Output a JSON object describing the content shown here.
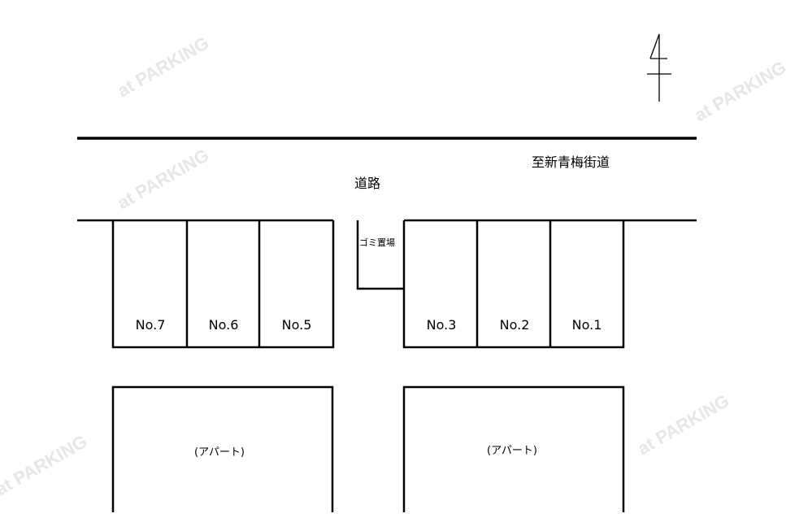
{
  "road": {
    "label": "道路",
    "direction_label": "至新青梅街道"
  },
  "garbage": {
    "label": "ゴミ置場"
  },
  "spaces": [
    {
      "id": "No.7"
    },
    {
      "id": "No.6"
    },
    {
      "id": "No.5"
    },
    {
      "id": "No.3"
    },
    {
      "id": "No.2"
    },
    {
      "id": "No.1"
    }
  ],
  "buildings": [
    {
      "label": "(アパート)"
    },
    {
      "label": "(アパート)"
    }
  ],
  "compass": {
    "icon": "north-arrow-icon"
  },
  "watermark": "at PARKING"
}
